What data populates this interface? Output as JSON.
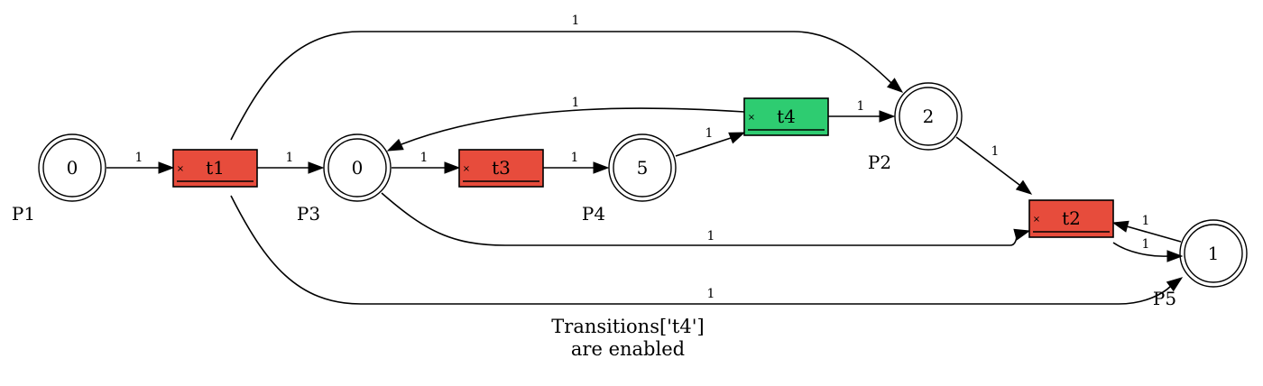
{
  "colors": {
    "enabled": "#2ecc71",
    "disabled": "#e74c3c",
    "stroke": "#000000",
    "background": "#ffffff"
  },
  "places": {
    "P1": {
      "name": "P1",
      "tokens": "0"
    },
    "P2": {
      "name": "P2",
      "tokens": "2"
    },
    "P3": {
      "name": "P3",
      "tokens": "0"
    },
    "P4": {
      "name": "P4",
      "tokens": "5"
    },
    "P5": {
      "name": "P5",
      "tokens": "1"
    }
  },
  "transitions": {
    "t1": {
      "name": "t1",
      "marker": "×",
      "enabled": false
    },
    "t2": {
      "name": "t2",
      "marker": "×",
      "enabled": false
    },
    "t3": {
      "name": "t3",
      "marker": "×",
      "enabled": false
    },
    "t4": {
      "name": "t4",
      "marker": "×",
      "enabled": true
    }
  },
  "arcs": [
    {
      "from": "P1",
      "to": "t1",
      "weight": "1"
    },
    {
      "from": "t1",
      "to": "P3",
      "weight": "1"
    },
    {
      "from": "t1",
      "to": "P2",
      "weight": "1"
    },
    {
      "from": "t1",
      "to": "P5",
      "weight": "1"
    },
    {
      "from": "P3",
      "to": "t3",
      "weight": "1"
    },
    {
      "from": "t3",
      "to": "P4",
      "weight": "1"
    },
    {
      "from": "P4",
      "to": "t4",
      "weight": "1"
    },
    {
      "from": "t4",
      "to": "P2",
      "weight": "1"
    },
    {
      "from": "t4",
      "to": "P3",
      "weight": "1"
    },
    {
      "from": "P3",
      "to": "t2",
      "weight": "1"
    },
    {
      "from": "P2",
      "to": "t2",
      "weight": "1"
    },
    {
      "from": "P5",
      "to": "t2",
      "weight": "1"
    },
    {
      "from": "t2",
      "to": "P5",
      "weight": "1"
    }
  ],
  "caption": {
    "line1": "Transitions['t4']",
    "line2": "are enabled"
  }
}
